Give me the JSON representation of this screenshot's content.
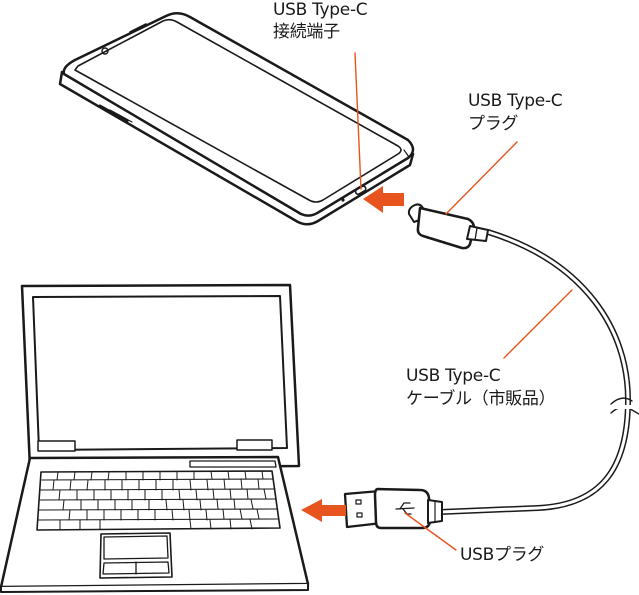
{
  "colors": {
    "accent": "#e8541e",
    "stroke": "#1a1a1a",
    "fill": "#ffffff"
  },
  "labels": {
    "port_line1": "USB Type-C",
    "port_line2": "接続端子",
    "plug_line1": "USB Type-C",
    "plug_line2": "プラグ",
    "cable_line1": "USB Type-C",
    "cable_line2": "ケーブル（市販品）",
    "usb_plug": "USBプラグ"
  }
}
